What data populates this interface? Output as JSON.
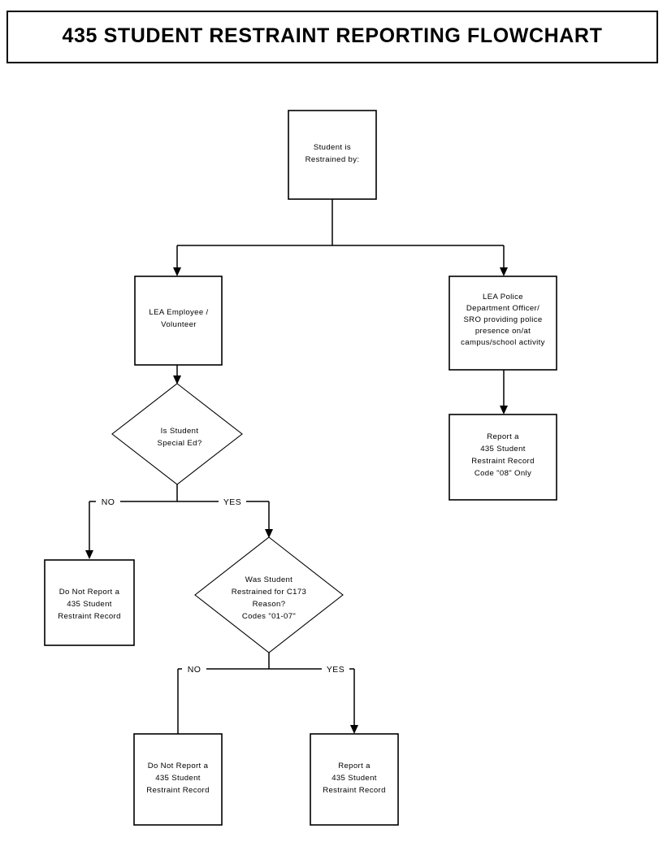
{
  "document": {
    "title": "435 STUDENT RESTRAINT REPORTING FLOWCHART"
  },
  "chart_data": {
    "type": "diagram",
    "diagram_kind": "flowchart",
    "title": "435 STUDENT RESTRAINT REPORTING FLOWCHART",
    "orientation": "top-down",
    "nodes": [
      {
        "id": "start",
        "shape": "rectangle",
        "lines": [
          "Student is",
          "Restrained by:"
        ]
      },
      {
        "id": "lea-employee",
        "shape": "rectangle",
        "lines": [
          "LEA Employee /",
          "Volunteer"
        ]
      },
      {
        "id": "lea-police",
        "shape": "rectangle",
        "lines": [
          "LEA Police",
          "Department Officer/",
          "SRO providing police",
          "presence on/at",
          "campus/school activity"
        ]
      },
      {
        "id": "report-code08",
        "shape": "rectangle",
        "lines": [
          "Report a",
          "435 Student",
          "Restraint Record",
          "Code \"08\" Only"
        ]
      },
      {
        "id": "is-special-ed",
        "shape": "diamond",
        "lines": [
          "Is Student",
          "Special Ed?"
        ]
      },
      {
        "id": "do-not-report-left",
        "shape": "rectangle",
        "lines": [
          "Do Not Report a",
          "435 Student",
          "Restraint Record"
        ]
      },
      {
        "id": "c173-reason",
        "shape": "diamond",
        "lines": [
          "Was Student",
          "Restrained for C173",
          "Reason?",
          "Codes \"01-07\""
        ]
      },
      {
        "id": "do-not-report-bottom",
        "shape": "rectangle",
        "lines": [
          "Do Not Report a",
          "435 Student",
          "Restraint Record"
        ]
      },
      {
        "id": "report-bottom",
        "shape": "rectangle",
        "lines": [
          "Report a",
          "435 Student",
          "Restraint Record"
        ]
      }
    ],
    "edges": [
      {
        "from": "start",
        "to": "lea-employee",
        "label": ""
      },
      {
        "from": "start",
        "to": "lea-police",
        "label": ""
      },
      {
        "from": "lea-police",
        "to": "report-code08",
        "label": ""
      },
      {
        "from": "lea-employee",
        "to": "is-special-ed",
        "label": ""
      },
      {
        "from": "is-special-ed",
        "to": "do-not-report-left",
        "label": "NO"
      },
      {
        "from": "is-special-ed",
        "to": "c173-reason",
        "label": "YES"
      },
      {
        "from": "c173-reason",
        "to": "do-not-report-bottom",
        "label": "NO"
      },
      {
        "from": "c173-reason",
        "to": "report-bottom",
        "label": "YES"
      }
    ]
  },
  "labels": {
    "no_1": "NO",
    "yes_1": "YES",
    "no_2": "NO",
    "yes_2": "YES"
  },
  "nodes": {
    "start": {
      "l1": "Student is",
      "l2": "Restrained by:"
    },
    "lea_employee": {
      "l1": "LEA Employee /",
      "l2": "Volunteer"
    },
    "lea_police": {
      "l1": "LEA Police",
      "l2": "Department Officer/",
      "l3": "SRO providing police",
      "l4": "presence on/at",
      "l5": "campus/school activity"
    },
    "report_code08": {
      "l1": "Report a",
      "l2": "435 Student",
      "l3": "Restraint Record",
      "l4": "Code \"08\" Only"
    },
    "is_special_ed": {
      "l1": "Is Student",
      "l2": "Special Ed?"
    },
    "do_not_report_left": {
      "l1": "Do Not Report a",
      "l2": "435 Student",
      "l3": "Restraint Record"
    },
    "c173_reason": {
      "l1": "Was Student",
      "l2": "Restrained for C173",
      "l3": "Reason?",
      "l4": "Codes \"01-07\""
    },
    "do_not_report_bottom": {
      "l1": "Do Not Report a",
      "l2": "435 Student",
      "l3": "Restraint Record"
    },
    "report_bottom": {
      "l1": "Report a",
      "l2": "435 Student",
      "l3": "Restraint Record"
    }
  },
  "colors": {
    "stroke": "#000000",
    "fill": "#ffffff"
  }
}
